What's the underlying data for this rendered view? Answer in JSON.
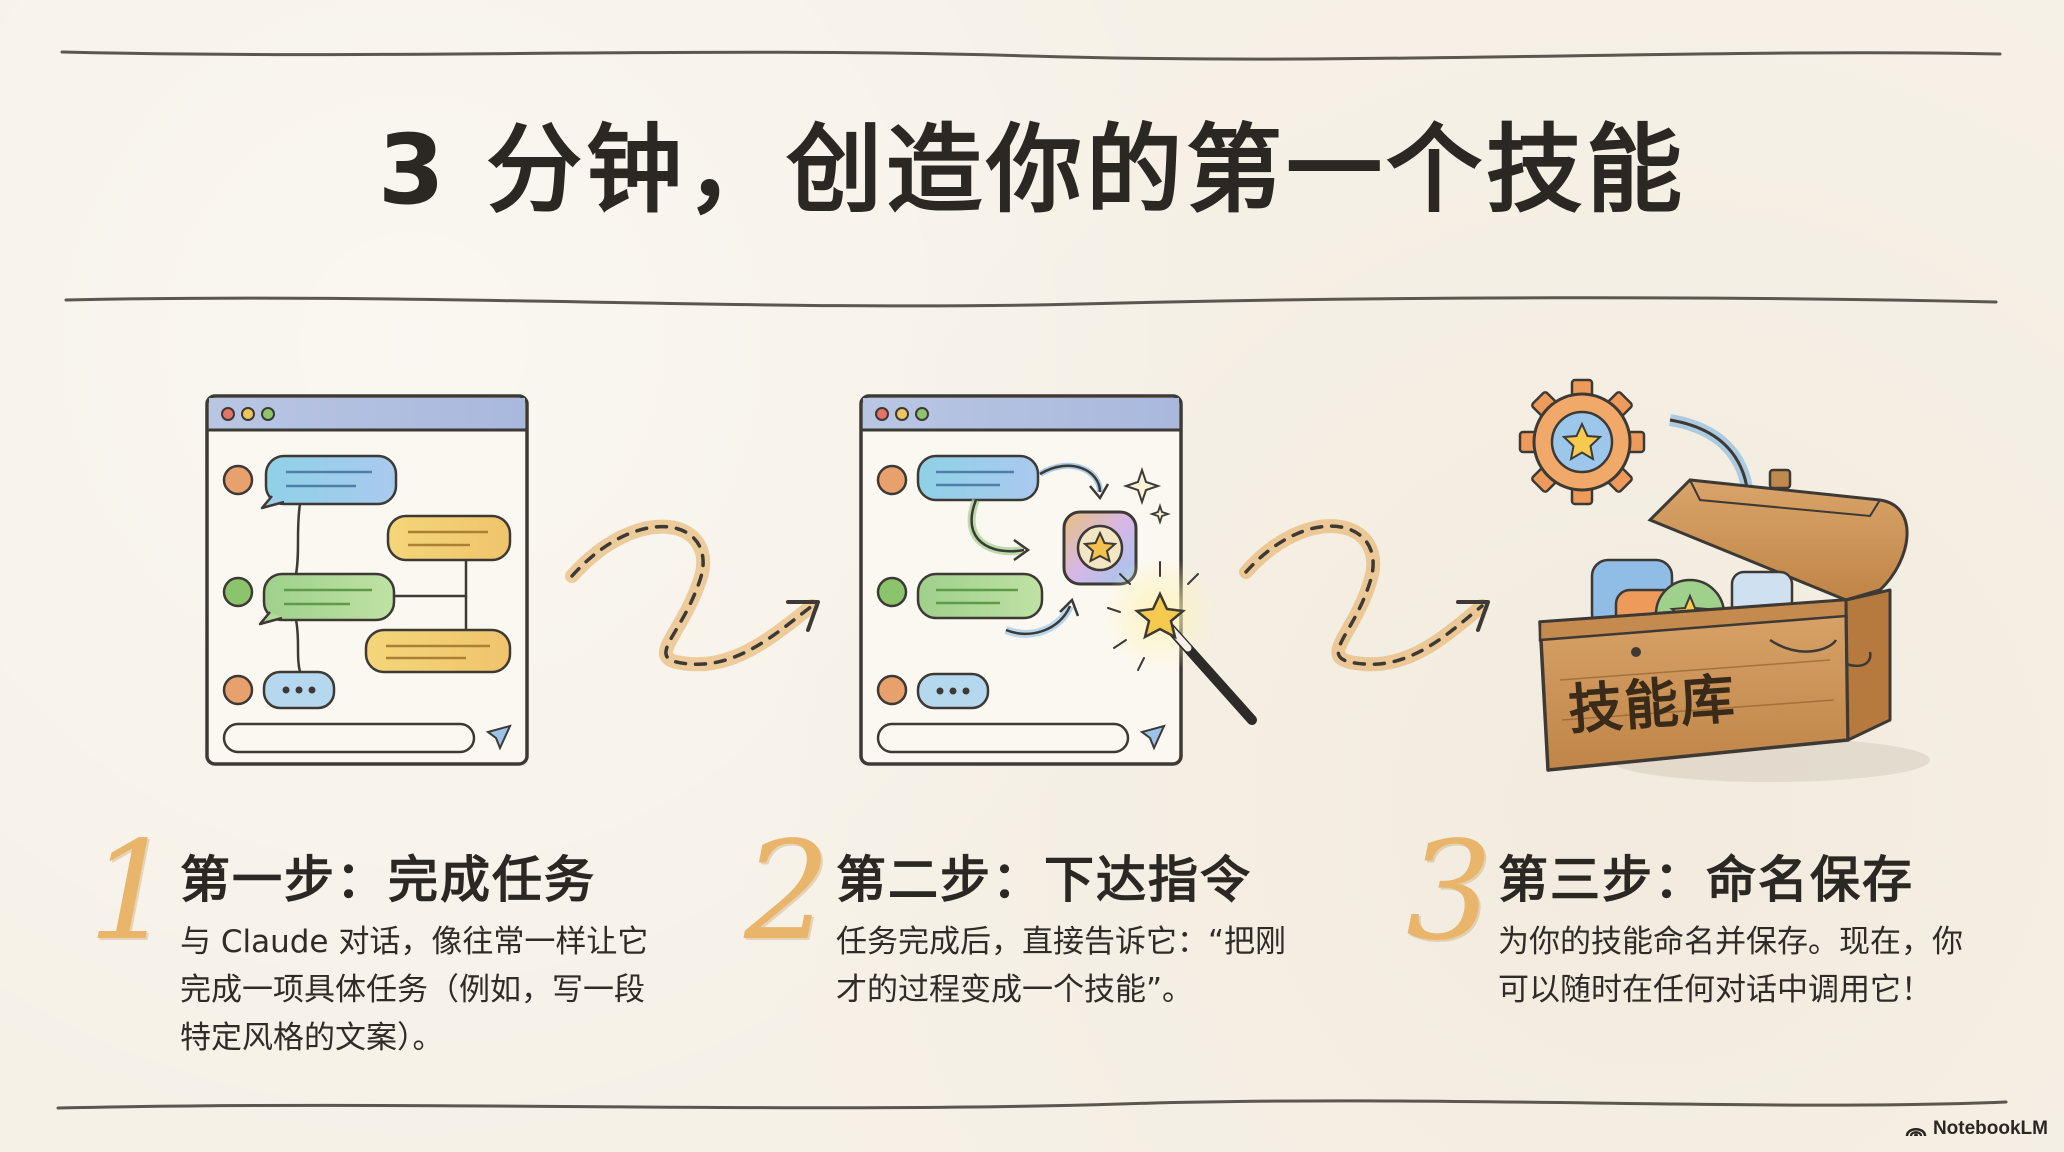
{
  "title": "3 分钟，创造你的第一个技能",
  "steps": [
    {
      "number": "1",
      "title": "第一步：完成任务",
      "description": "与 Claude 对话，像往常一样让它完成一项具体任务（例如，写一段特定风格的文案）。"
    },
    {
      "number": "2",
      "title": "第二步：下达指令",
      "description": "任务完成后，直接告诉它：“把刚才的过程变成一个技能”。"
    },
    {
      "number": "3",
      "title": "第三步：命名保存",
      "description": "为你的技能命名并保存。现在，你可以随时在任何对话中调用它！"
    }
  ],
  "chest_label": "技能库",
  "brand": {
    "name": "NotebookLM",
    "icon": "notebooklm-logo-icon"
  },
  "colors": {
    "background": "#f6f1e7",
    "ink": "#2b2723",
    "number_accent": "#e8b56a",
    "arrow_dash": "#e3aa57"
  }
}
